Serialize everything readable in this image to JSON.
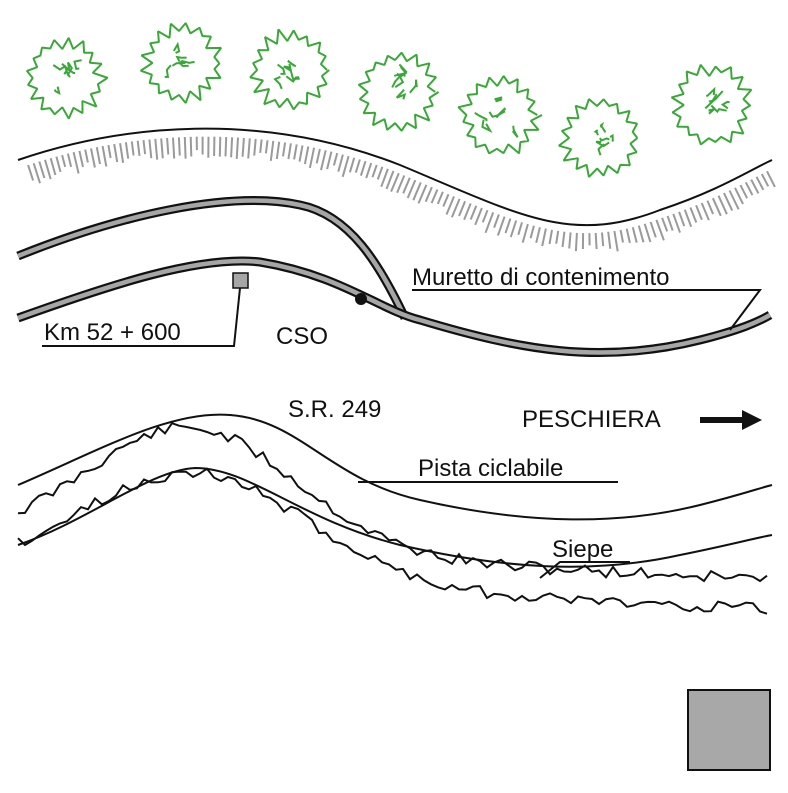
{
  "labels": {
    "retaining_wall": "Muretto di contenimento",
    "km_marker": "Km 52 + 600",
    "cso": "CSO",
    "road": "S.R. 249",
    "direction": "PESCHIERA",
    "bike_path": "Pista ciclabile",
    "hedge": "Siepe"
  },
  "colors": {
    "line": "#111111",
    "wall_fill": "#a6a6a6",
    "tree_stroke": "#3aa838",
    "grass": "#9a9a9a",
    "legend_fill": "#a8a8a8"
  },
  "trees": {
    "count": 7
  },
  "legend": {
    "swatch": "grey-square"
  }
}
